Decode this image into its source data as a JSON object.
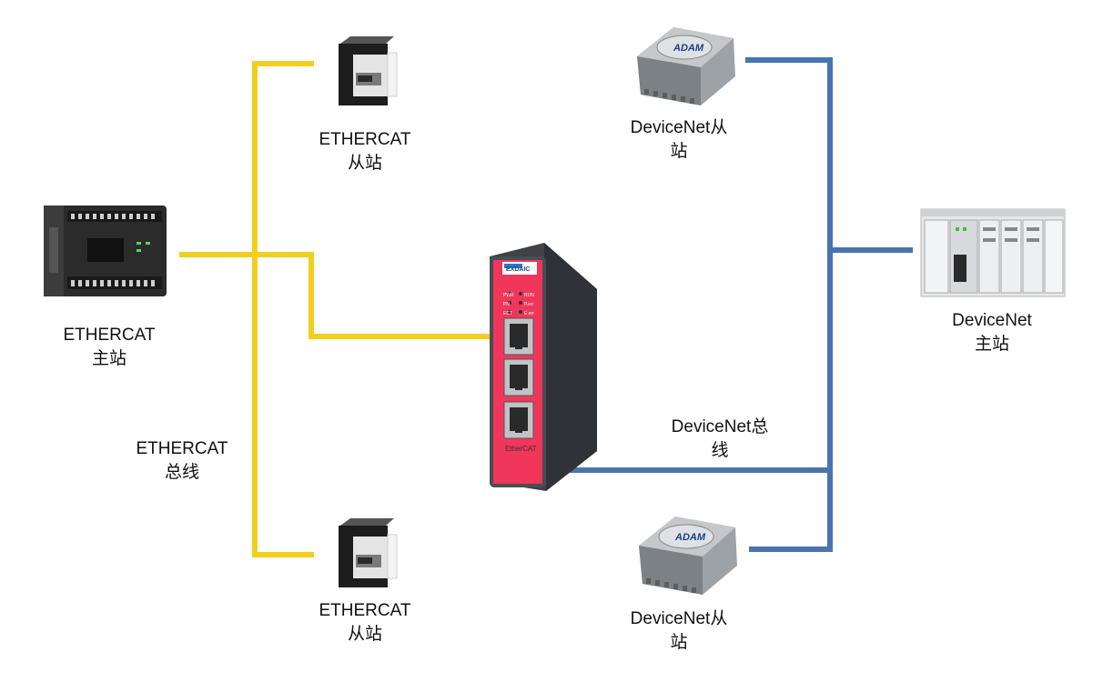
{
  "colors": {
    "ethercat_bus": "#f2cf1f",
    "devicenet_bus": "#4a74b0",
    "gateway_body": "#f0365a",
    "gateway_frame": "#4a4d52"
  },
  "labels": {
    "ethercat_master": [
      "ETHERCAT",
      "主站"
    ],
    "ethercat_slave_top": [
      "ETHERCAT",
      "从站"
    ],
    "ethercat_slave_bottom": [
      "ETHERCAT",
      "从站"
    ],
    "ethercat_bus": [
      "ETHERCAT",
      "总线"
    ],
    "devicenet_slave_top": [
      "DeviceNet从",
      "站"
    ],
    "devicenet_slave_bottom": [
      "DeviceNet从",
      "站"
    ],
    "devicenet_master": [
      "DeviceNet",
      "主站"
    ],
    "devicenet_bus": [
      "DeviceNet总",
      "线"
    ]
  },
  "gateway": {
    "brand": "EXDAIC",
    "model_text": "EtherCAT",
    "leds_left": [
      "PWR",
      "PN",
      "ECT"
    ],
    "leds_right": [
      "RUN",
      "P.err",
      "E.err"
    ]
  },
  "devices": {
    "adam_brand": "ADAM"
  }
}
